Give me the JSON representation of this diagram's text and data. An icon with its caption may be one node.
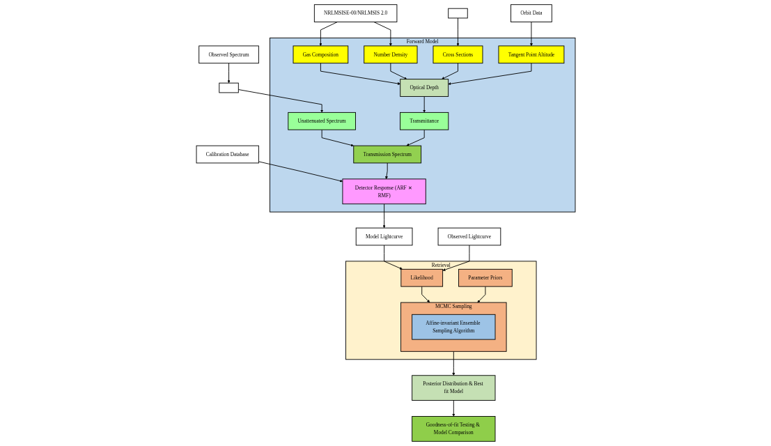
{
  "diagram": {
    "nodes": [
      {
        "text": [
          "Observed Spectrum"
        ]
      },
      {
        "text": [],
        "shape": "box"
      },
      {
        "text": [
          "Calibration Database"
        ]
      },
      {
        "text": [
          "Model Lightcurve"
        ]
      },
      {
        "text": [
          "Forward Model"
        ]
      },
      {
        "text": [
          "Unattenuated Spectrum"
        ],
        "in": 4
      },
      {
        "text": [
          "Transmittance"
        ],
        "in": 4
      },
      {
        "text": [
          "Transmission Spectrum"
        ],
        "in": 4
      },
      {
        "text": [
          "Detector Response (ARF ✕ RMF)"
        ],
        "in": 4
      },
      {
        "text": [
          "Optical Depth"
        ],
        "in": 4
      },
      {
        "text": [
          "Gas Composition"
        ],
        "in": 4
      },
      {
        "text": [
          "Number Density"
        ],
        "in": 4
      },
      {
        "text": [
          "Cross Sections"
        ],
        "in": 4
      },
      {
        "text": [
          "Tangent Point Altitude"
        ],
        "in": 4
      },
      {
        "text": [
          "Retrieval"
        ]
      },
      {
        "text": [
          "Likelihood"
        ],
        "in": 14
      },
      {
        "text": [
          "MCMC Sampling"
        ],
        "in": 14
      },
      {
        "text": [
          "Affine-invariant Ensemble Sampling Algorithm"
        ],
        "in": 16
      },
      {
        "text": [
          "Parameter Priors"
        ],
        "in": 14
      },
      {
        "text": [
          "Observed Lightcurve"
        ]
      },
      {
        "text": [
          "Posterior Distribution & Best fit Model"
        ]
      },
      {
        "text": [
          "Goodness-of-fit Testing & Model Comparison"
        ]
      },
      {
        "text": [
          "NRLMSISE-00/NRLMSIS 2.0"
        ]
      },
      {
        "text": [],
        "shape": "box"
      },
      {
        "text": [
          "Orbit Data"
        ]
      }
    ],
    "edges": [
      {
        "from": 0,
        "to": 1,
        "arrow": "to"
      },
      {
        "from": 1,
        "to": 5,
        "arrow": "to"
      },
      {
        "from": 2,
        "to": 8,
        "arrow": "to"
      },
      {
        "from": 8,
        "to": 3,
        "arrow": "to"
      },
      {
        "from": 3,
        "to": 15,
        "arrow": "to"
      },
      {
        "from": 19,
        "to": 15,
        "arrow": "to"
      },
      {
        "from": 15,
        "to": 16,
        "arrow": "to"
      },
      {
        "from": 18,
        "to": 16,
        "arrow": "to"
      },
      {
        "from": 16,
        "to": 20,
        "arrow": "to"
      },
      {
        "from": 20,
        "to": 21,
        "arrow": "to"
      },
      {
        "from": 5,
        "to": 7,
        "arrow": "to"
      },
      {
        "from": 6,
        "to": 7,
        "arrow": "to"
      },
      {
        "from": 7,
        "to": 8,
        "arrow": "to"
      },
      {
        "from": 9,
        "to": 6,
        "arrow": "to"
      },
      {
        "from": 10,
        "to": 9,
        "arrow": "to"
      },
      {
        "from": 11,
        "to": 9,
        "arrow": "to"
      },
      {
        "from": 12,
        "to": 9,
        "arrow": "to"
      },
      {
        "from": 13,
        "to": 9,
        "arrow": "to"
      },
      {
        "from": 22,
        "to": 10,
        "arrow": "to"
      },
      {
        "from": 22,
        "to": 11,
        "arrow": "to"
      },
      {
        "from": 23,
        "to": 12,
        "arrow": "to"
      },
      {
        "from": 24,
        "to": 13,
        "arrow": "to"
      }
    ]
  }
}
